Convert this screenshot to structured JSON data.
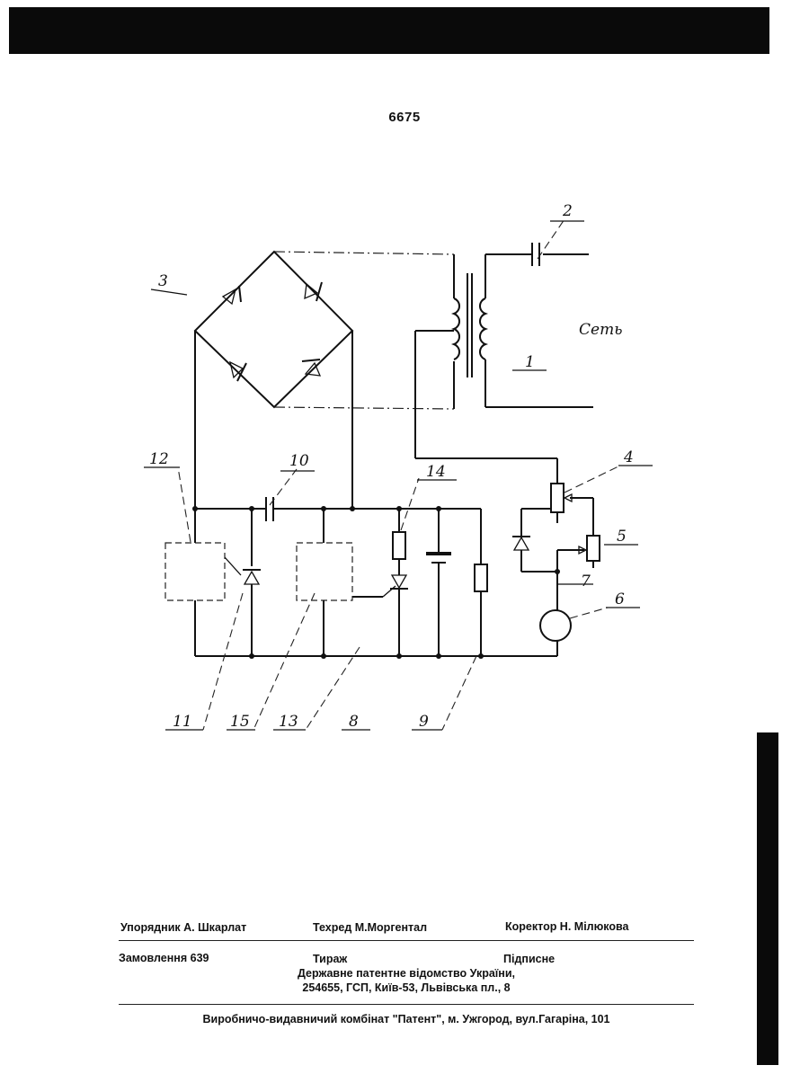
{
  "page_number": "6675",
  "schematic": {
    "labels": {
      "l1": "1",
      "l2": "2",
      "l3": "3",
      "l4": "4",
      "l5": "5",
      "l6": "6",
      "l7": "7",
      "l8": "8",
      "l9": "9",
      "l10": "10",
      "l11": "11",
      "l12": "12",
      "l13": "13",
      "l14": "14",
      "l15": "15",
      "network": "Сеть"
    }
  },
  "imprint": {
    "compiler": "Упорядник  А. Шкарлат",
    "tech_editor": "Техред М.Моргентал",
    "proofreader": "Коректор Н. Мілюкова",
    "order": "Замовлення  639",
    "circulation": "Тираж",
    "subscription": "Підписне",
    "office_name": "Державне  патентне  відомство  України,",
    "office_address": "254655, ГСП, Київ-53, Львівська пл., 8",
    "publisher": "Виробничо-видавничий комбінат  \"Патент\", м. Ужгород, вул.Гагаріна, 101"
  }
}
